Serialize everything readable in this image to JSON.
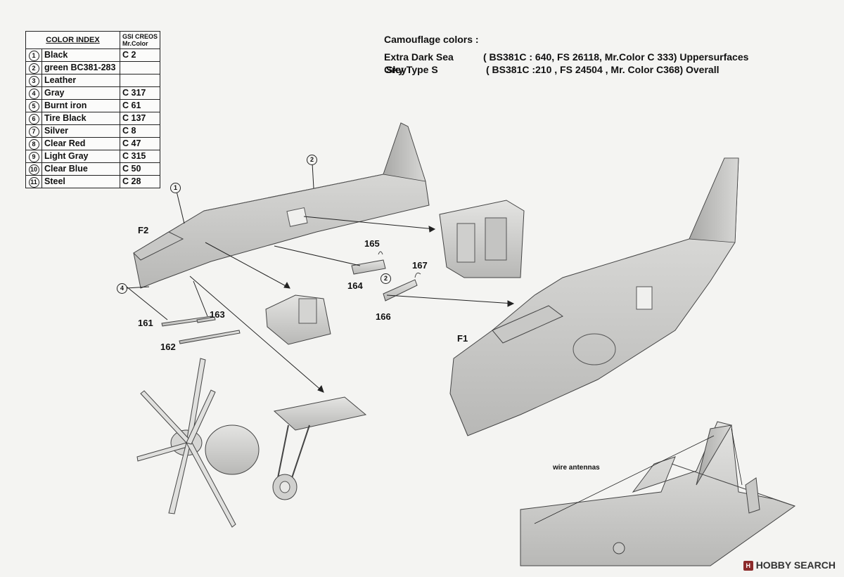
{
  "color_index": {
    "title": "COLOR INDEX",
    "brand_header": [
      "GSI CREOS",
      "Mr.Color"
    ],
    "rows": [
      {
        "num": "1",
        "name": "Black",
        "code": "C 2"
      },
      {
        "num": "2",
        "name": "green BC381-283",
        "code": ""
      },
      {
        "num": "3",
        "name": "Leather",
        "code": ""
      },
      {
        "num": "4",
        "name": "Gray",
        "code": "C 317"
      },
      {
        "num": "5",
        "name": "Burnt iron",
        "code": "C 61"
      },
      {
        "num": "6",
        "name": "Tire Black",
        "code": "C 137"
      },
      {
        "num": "7",
        "name": "Silver",
        "code": "C 8"
      },
      {
        "num": "8",
        "name": "Clear Red",
        "code": "C 47"
      },
      {
        "num": "9",
        "name": "Light Gray",
        "code": "C 315"
      },
      {
        "num": "10",
        "name": "Clear Blue",
        "code": "C 50"
      },
      {
        "num": "11",
        "name": "Steel",
        "code": "C 28"
      }
    ]
  },
  "camouflage": {
    "title": "Camouflage colors :",
    "rows": [
      {
        "name": "Extra Dark Sea Grey",
        "spec": "( BS381C : 640, FS 26118, Mr.Color C 333)  Uppersurfaces"
      },
      {
        "name": "Sky Type S",
        "spec": "( BS381C :210 , FS 24504 , Mr. Color C368)  Overall"
      }
    ]
  },
  "part_labels": {
    "f2": "F2",
    "f1": "F1",
    "p161": "161",
    "p162": "162",
    "p163": "163",
    "p164": "164",
    "p165": "165",
    "p166": "166",
    "p167": "167"
  },
  "callouts": {
    "c1": "1",
    "c2a": "2",
    "c2b": "2",
    "c4": "4"
  },
  "wire_antennas": "wire antennas",
  "watermark": {
    "logo": "H",
    "text": "HOBBY SEARCH"
  },
  "colors": {
    "part": "#dcdcda",
    "outline": "#3a3a3a",
    "shadow": "#b4b4b2"
  }
}
